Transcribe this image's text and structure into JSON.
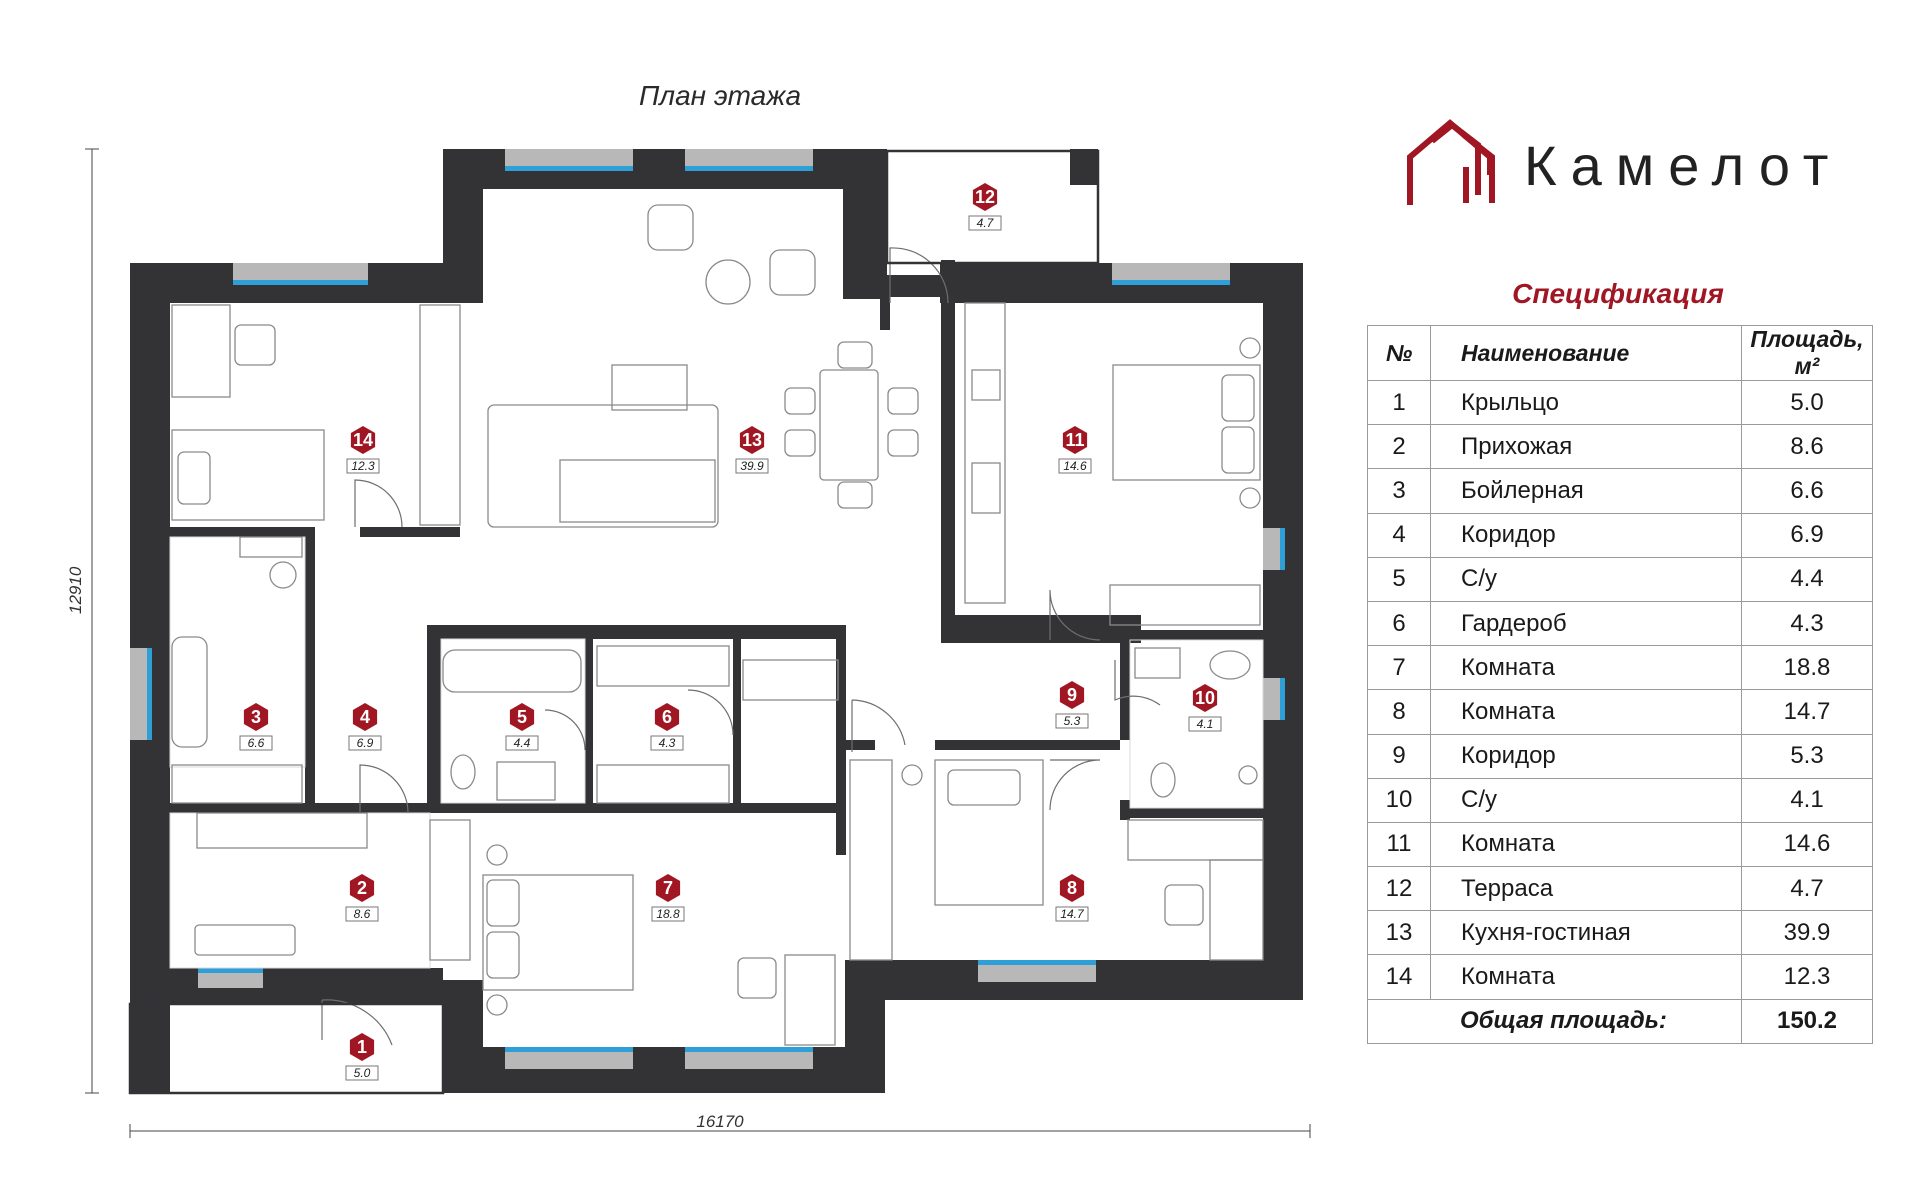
{
  "plan": {
    "title": "План этажа",
    "width_label": "16170",
    "height_label": "12910"
  },
  "brand": {
    "name": "Камелот",
    "accent_color": "#a01623"
  },
  "rooms": [
    {
      "num": "1",
      "area": "5.0"
    },
    {
      "num": "2",
      "area": "8.6"
    },
    {
      "num": "3",
      "area": "6.6"
    },
    {
      "num": "4",
      "area": "6.9"
    },
    {
      "num": "5",
      "area": "4.4"
    },
    {
      "num": "6",
      "area": "4.3"
    },
    {
      "num": "7",
      "area": "18.8"
    },
    {
      "num": "8",
      "area": "14.7"
    },
    {
      "num": "9",
      "area": "5.3"
    },
    {
      "num": "10",
      "area": "4.1"
    },
    {
      "num": "11",
      "area": "14.6"
    },
    {
      "num": "12",
      "area": "4.7"
    },
    {
      "num": "13",
      "area": "39.9"
    },
    {
      "num": "14",
      "area": "12.3"
    }
  ],
  "spec": {
    "title": "Спецификация",
    "headers": [
      "№",
      "Наименование",
      "Площадь, м²"
    ],
    "rows": [
      {
        "num": "1",
        "name": "Крыльцо",
        "area": "5.0"
      },
      {
        "num": "2",
        "name": "Прихожая",
        "area": "8.6"
      },
      {
        "num": "3",
        "name": "Бойлерная",
        "area": "6.6"
      },
      {
        "num": "4",
        "name": "Коридор",
        "area": "6.9"
      },
      {
        "num": "5",
        "name": "С/у",
        "area": "4.4"
      },
      {
        "num": "6",
        "name": "Гардероб",
        "area": "4.3"
      },
      {
        "num": "7",
        "name": "Комната",
        "area": "18.8"
      },
      {
        "num": "8",
        "name": "Комната",
        "area": "14.7"
      },
      {
        "num": "9",
        "name": "Коридор",
        "area": "5.3"
      },
      {
        "num": "10",
        "name": "С/у",
        "area": "4.1"
      },
      {
        "num": "11",
        "name": "Комната",
        "area": "14.6"
      },
      {
        "num": "12",
        "name": "Терраса",
        "area": "4.7"
      },
      {
        "num": "13",
        "name": "Кухня-гостиная",
        "area": "39.9"
      },
      {
        "num": "14",
        "name": "Комната",
        "area": "12.3"
      }
    ],
    "total_label": "Общая площадь:",
    "total_value": "150.2"
  },
  "colors": {
    "wall": "#333336",
    "window_glass": "#2f9fd8",
    "window_frame": "#b8b8b8",
    "badge": "#a01623"
  }
}
